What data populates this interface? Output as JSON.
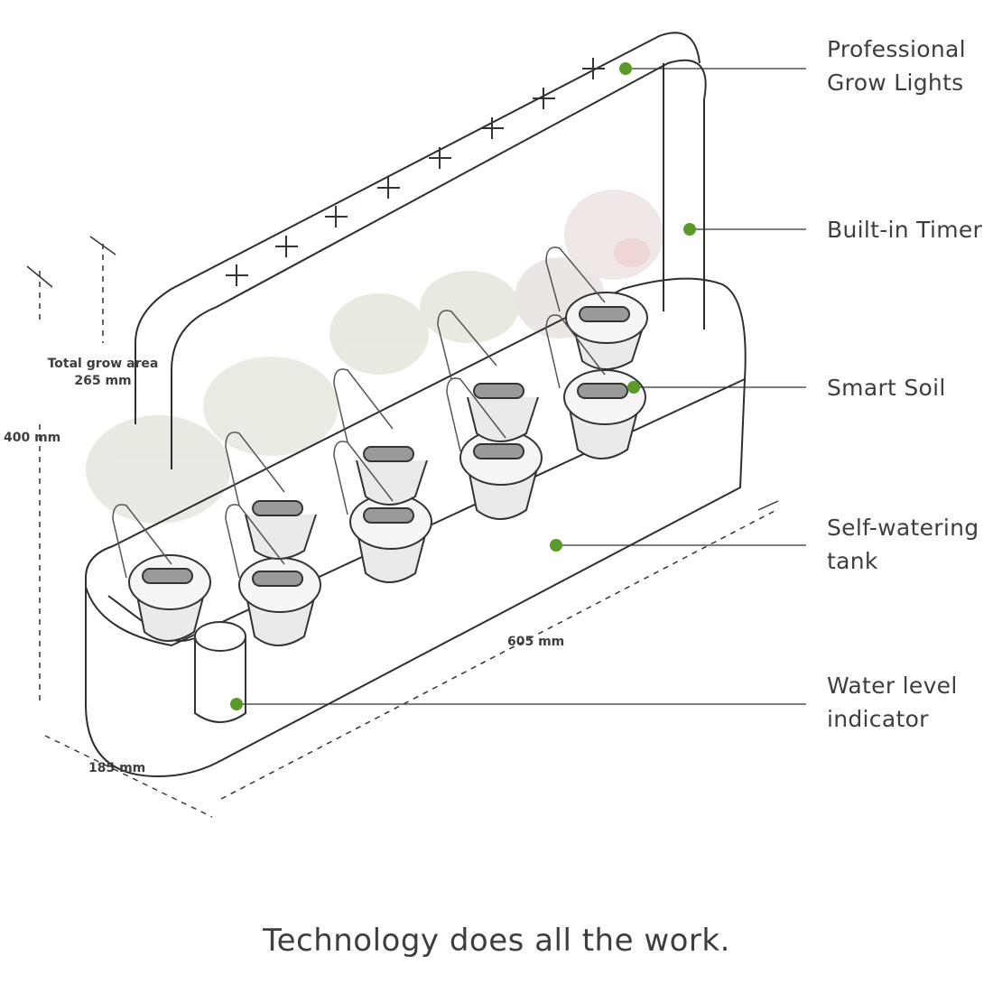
{
  "callouts": {
    "grow_lights": {
      "line1": "Professional",
      "line2": "Grow Lights"
    },
    "timer": {
      "line1": "Built-in Timer"
    },
    "smart_soil": {
      "line1": "Smart Soil"
    },
    "tank": {
      "line1": "Self-watering",
      "line2": "tank"
    },
    "water_level": {
      "line1": "Water level",
      "line2": "indicator"
    }
  },
  "dimensions": {
    "grow_area": {
      "line1": "Total grow area",
      "line2": "265 mm"
    },
    "height": "400 mm",
    "depth": "185 mm",
    "length": "605 mm"
  },
  "tagline": "Technology does all the work.",
  "colors": {
    "marker": "#5a9a2a",
    "line": "#2e2e2e",
    "text": "#3e3e3e"
  }
}
